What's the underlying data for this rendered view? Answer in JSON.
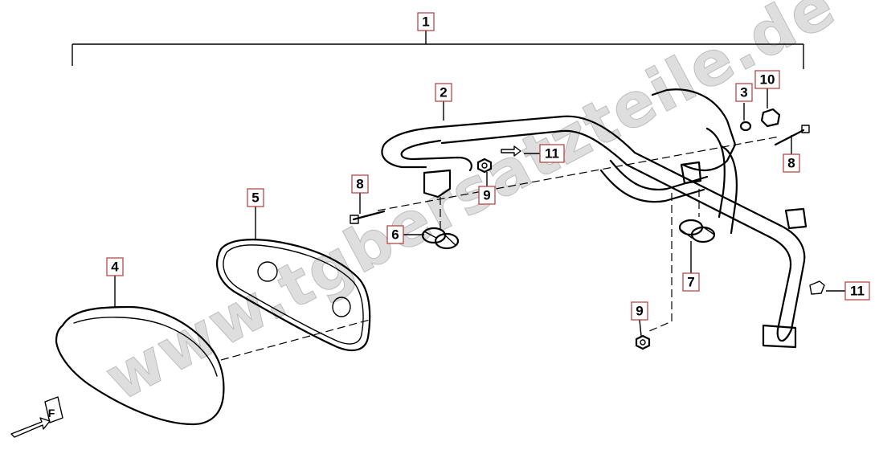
{
  "watermark": "www.tgbersatzteile.de",
  "callouts": {
    "c1": "1",
    "c2": "2",
    "c3": "3",
    "c4": "4",
    "c5": "5",
    "c6": "6",
    "c7": "7",
    "c8a": "8",
    "c8b": "8",
    "c9a": "9",
    "c9b": "9",
    "c10": "10",
    "c11a": "11",
    "c11b": "11"
  },
  "direction_marker": "F",
  "colors": {
    "label_border": "#b23a3a",
    "watermark": "#d8d8d8",
    "line": "#000000"
  }
}
